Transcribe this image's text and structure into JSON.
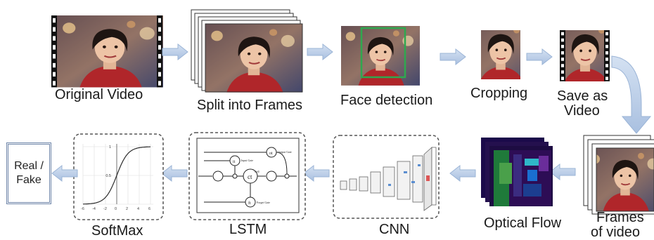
{
  "steps_top": {
    "original_video": "Original Video",
    "split_frames": "Split into Frames",
    "face_detection": "Face detection",
    "cropping": "Cropping",
    "save_video_line1": "Save as",
    "save_video_line2": "Video"
  },
  "steps_bottom": {
    "frames_line1": "Frames",
    "frames_line2": "of video",
    "optical_flow": "Optical Flow",
    "cnn": "CNN",
    "lstm": "LSTM",
    "softmax": "SoftMax",
    "output_line1": "Real /",
    "output_line2": "Fake"
  },
  "lstm_labels": {
    "input_gate": "Input Gate",
    "output_gate": "Output Gate",
    "forget_gate": "Forget Gate",
    "cell": "Cell",
    "ct": "ct",
    "it": "it",
    "ot": "ot",
    "ft": "ft"
  },
  "sigmoid_plot": {
    "x_ticks": [
      "-6",
      "-4",
      "-2",
      "0",
      "2",
      "4",
      "6"
    ],
    "y_ticks": [
      "1",
      "0.5"
    ]
  },
  "colors": {
    "arrow": "#b8cde8",
    "arrow_edge": "#9bb4d6",
    "face_box": "#2fa84f",
    "film": "#111111"
  }
}
